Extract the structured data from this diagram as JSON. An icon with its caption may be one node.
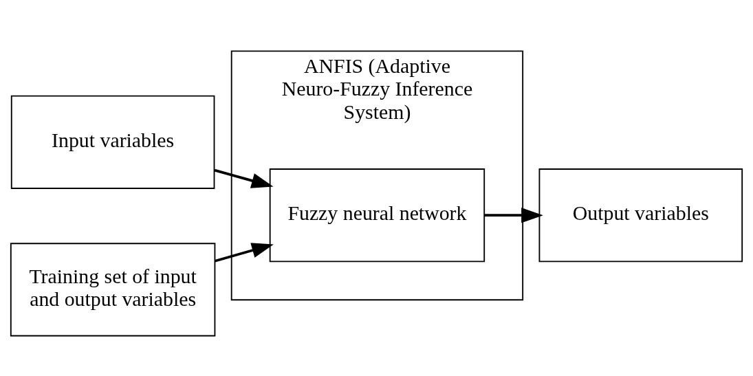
{
  "diagram": {
    "nodes": [
      {
        "text": [
          "Input variables"
        ]
      },
      {
        "text": [
          "ANFIS (Adaptive Neuro-Fuzzy Inference System)"
        ]
      },
      {
        "text": [
          "Fuzzy neural network"
        ],
        "in": 1
      },
      {
        "text": [
          "Output variables"
        ]
      },
      {
        "text": [
          "Training set of input and output variables"
        ]
      }
    ],
    "edges": [
      {
        "from": 0,
        "to": 2,
        "arrow": "to"
      },
      {
        "from": 2,
        "to": 3,
        "arrow": "to"
      },
      {
        "from": 4,
        "to": 2,
        "arrow": "to"
      }
    ]
  }
}
